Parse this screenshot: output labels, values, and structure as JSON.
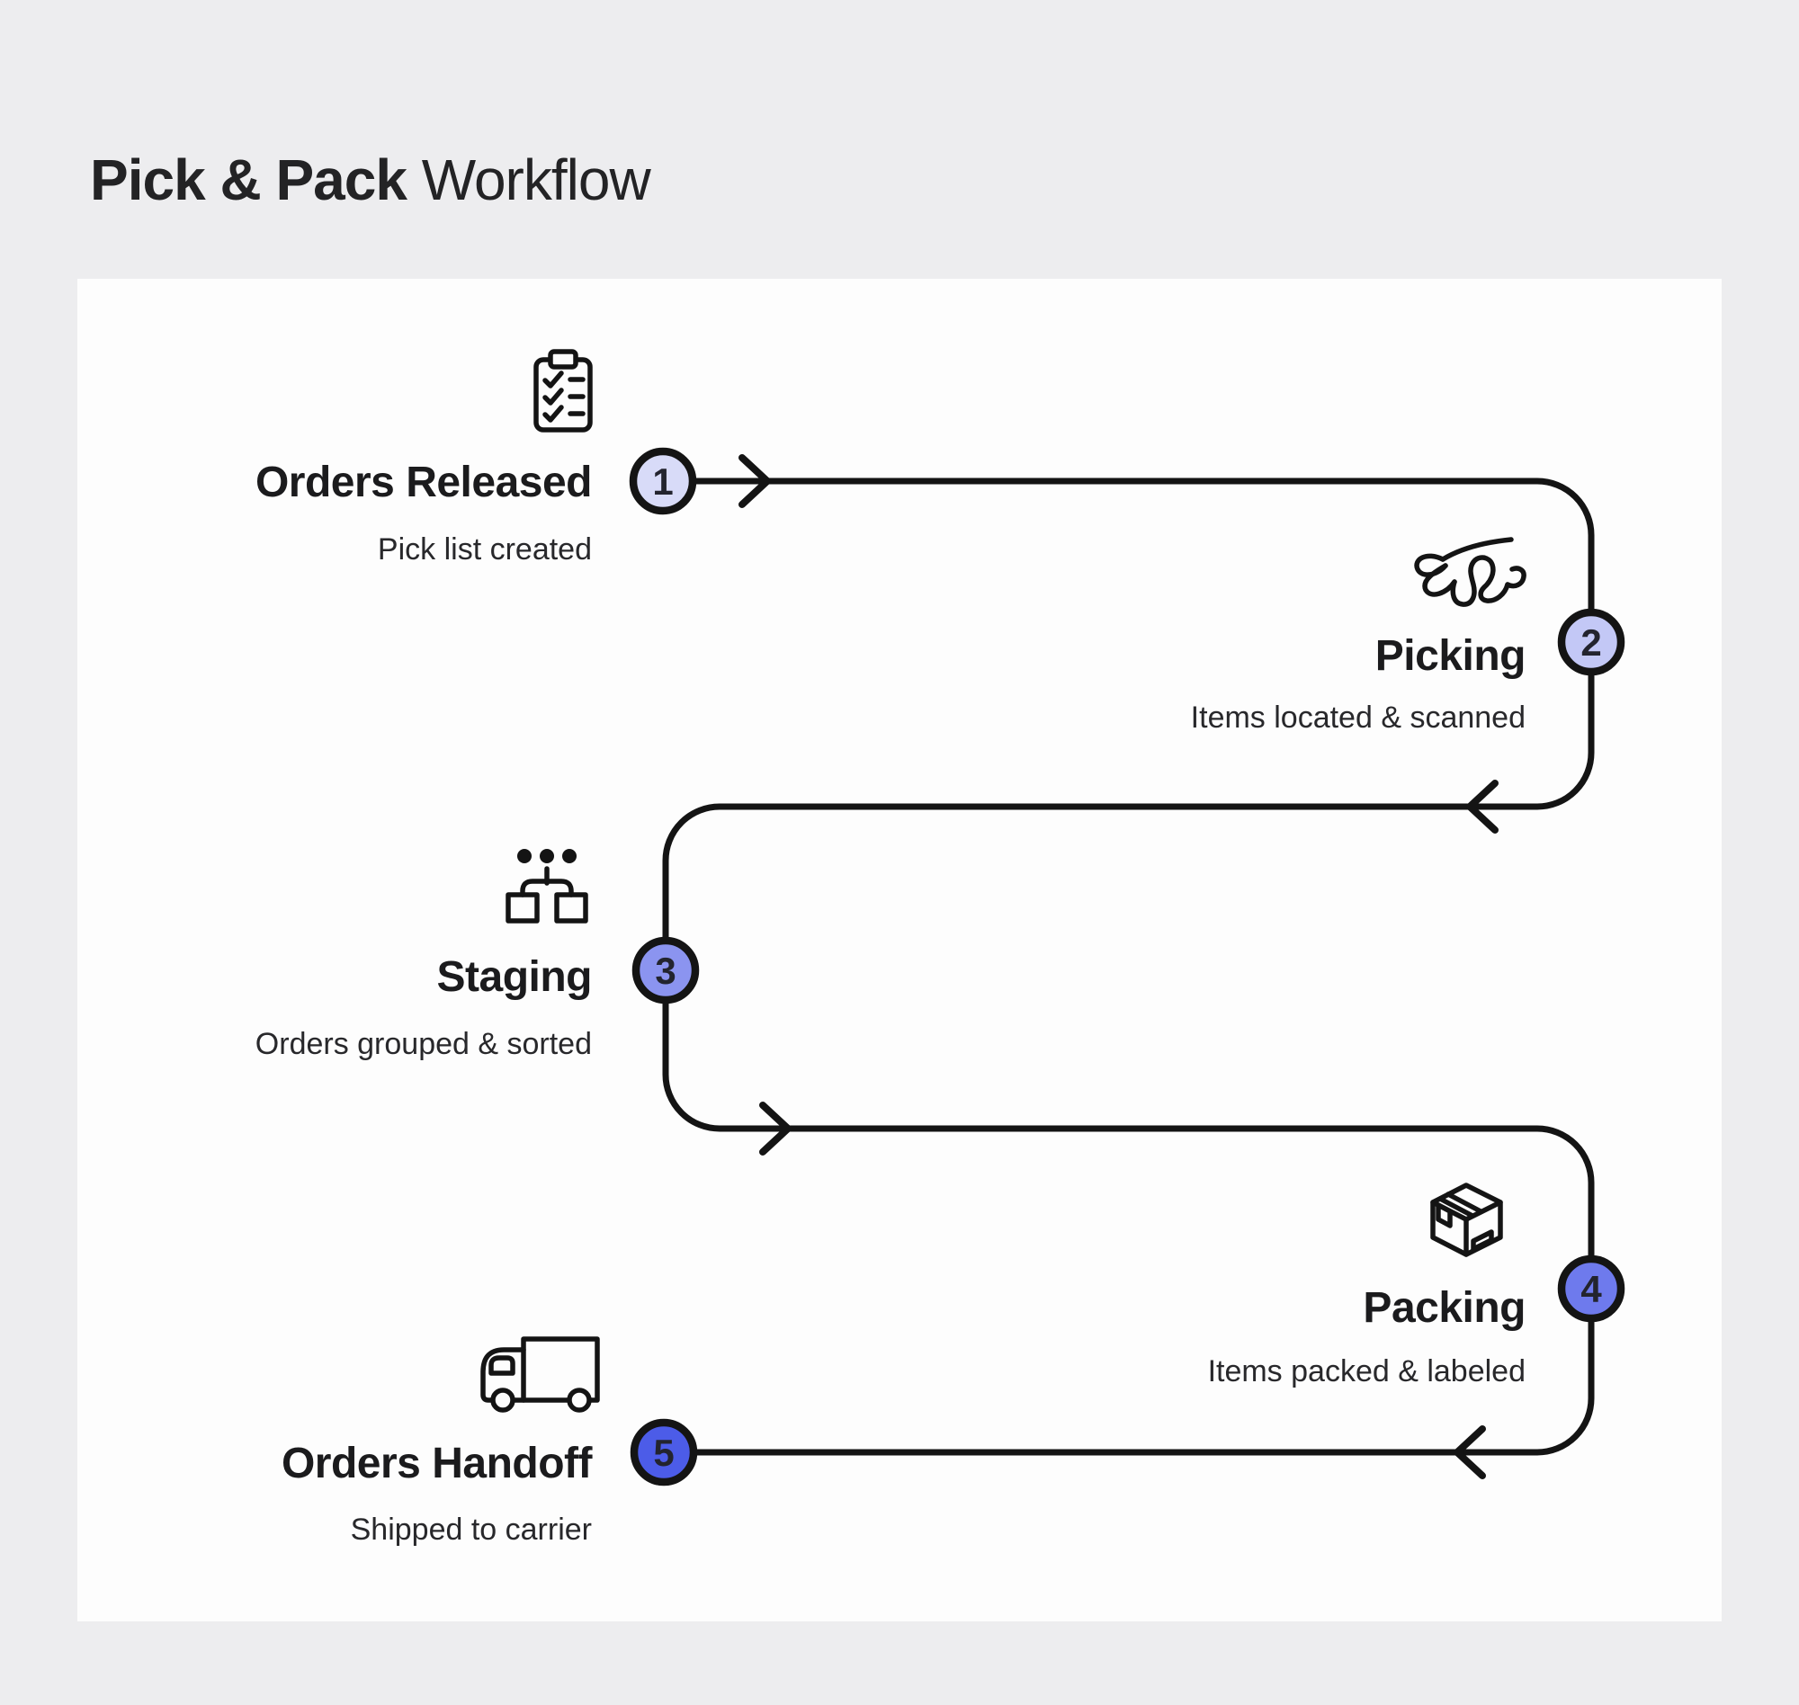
{
  "header": {
    "title_bold": "Pick & Pack",
    "title_light": "Workflow"
  },
  "flow": {
    "line_color": "#141414",
    "steps": [
      {
        "num": "1",
        "title": "Orders Released",
        "subtitle": "Pick list created",
        "icon": "clipboard-checklist-icon",
        "badge_color": "#d8dbf8"
      },
      {
        "num": "2",
        "title": "Picking",
        "subtitle": "Items located & scanned",
        "icon": "picking-hand-icon",
        "badge_color": "#c3c8f6"
      },
      {
        "num": "3",
        "title": "Staging",
        "subtitle": "Orders grouped & sorted",
        "icon": "sitemap-icon",
        "badge_color": "#8b94f0"
      },
      {
        "num": "4",
        "title": "Packing",
        "subtitle": "Items packed & labeled",
        "icon": "package-box-icon",
        "badge_color": "#6e7aed"
      },
      {
        "num": "5",
        "title": "Orders Handoff",
        "subtitle": "Shipped to carrier",
        "icon": "delivery-truck-icon",
        "badge_color": "#4c5ce8"
      }
    ]
  }
}
